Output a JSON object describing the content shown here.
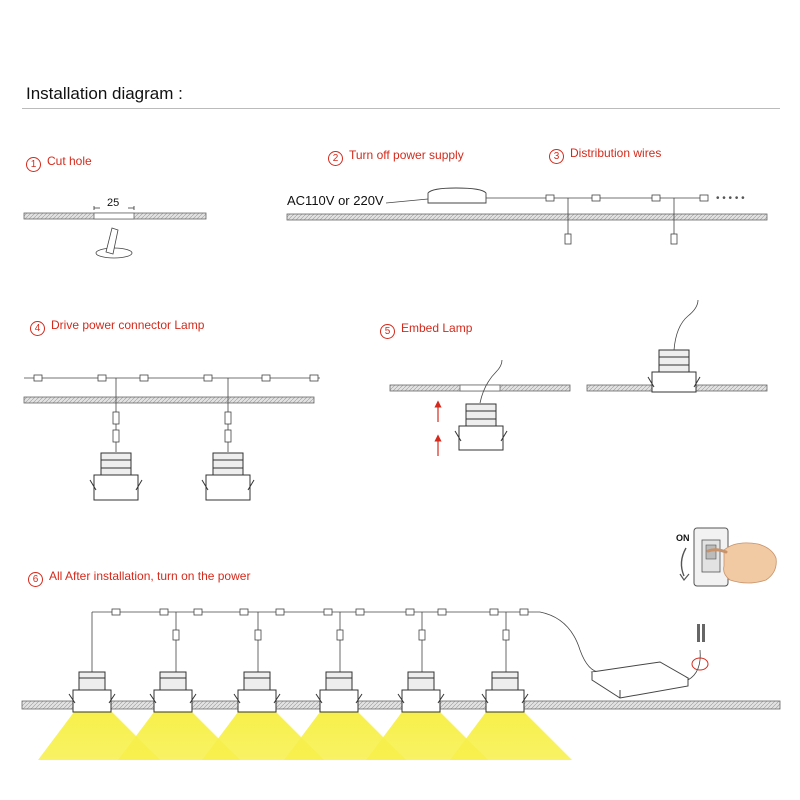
{
  "title": "Installation diagram :",
  "steps": [
    {
      "number": "1",
      "label": "Cut  hole"
    },
    {
      "number": "2",
      "label": "Turn off power supply"
    },
    {
      "number": "3",
      "label": "Distribution wires"
    },
    {
      "number": "4",
      "label": "Drive power connector Lamp"
    },
    {
      "number": "5",
      "label": "Embed Lamp"
    },
    {
      "number": "6",
      "label": "All After installation, turn on the power"
    }
  ],
  "hole_dimension": "25",
  "voltage_label": "AC110V or 220V",
  "switch_label": "ON",
  "continuation": "• • • • •",
  "colors": {
    "accent": "#d42a1c",
    "light": "#f3ec3a",
    "line": "#444444",
    "ceiling_fill": "#d9d9d9"
  }
}
